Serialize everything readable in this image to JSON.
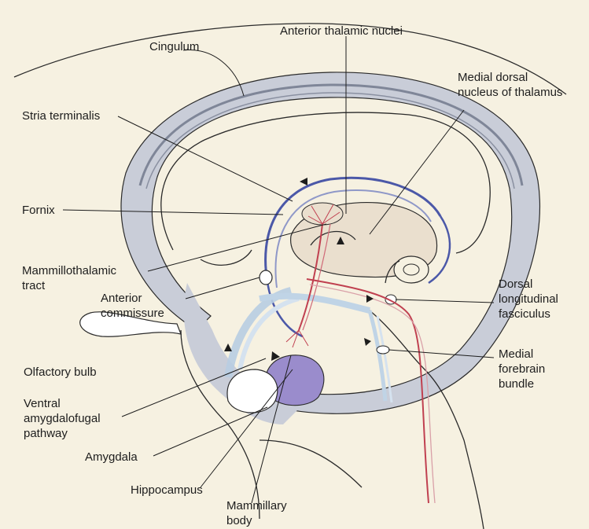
{
  "labels": {
    "cingulum": "Cingulum",
    "anterior_thalamic_nuclei": "Anterior thalamic nuclei",
    "medial_dorsal_nucleus": [
      "Medial dorsal",
      "nucleus of thalamus"
    ],
    "stria_terminalis": "Stria terminalis",
    "fornix": "Fornix",
    "mammillothalamic_tract": [
      "Mammillothalamic",
      "tract"
    ],
    "anterior_commissure": [
      "Anterior",
      "commissure"
    ],
    "dorsal_longitudinal_fasciculus": [
      "Dorsal",
      "longitudinal",
      "fasciculus"
    ],
    "olfactory_bulb": "Olfactory bulb",
    "medial_forebrain_bundle": [
      "Medial",
      "forebrain",
      "bundle"
    ],
    "ventral_amygdalofugal_pathway": [
      "Ventral",
      "amygdalofugal",
      "pathway"
    ],
    "amygdala": "Amygdala",
    "hippocampus": "Hippocampus",
    "mammillary_body": [
      "Mammillary",
      "body"
    ]
  },
  "colors": {
    "background": "#f6f1e1",
    "limbic_gray": "#c9cdd8",
    "fiber_blue": "#4b58a8",
    "fiber_red": "#c04050",
    "amygdala_purple": "#9a8ccc",
    "thalamus_tan": "#eadfce"
  }
}
